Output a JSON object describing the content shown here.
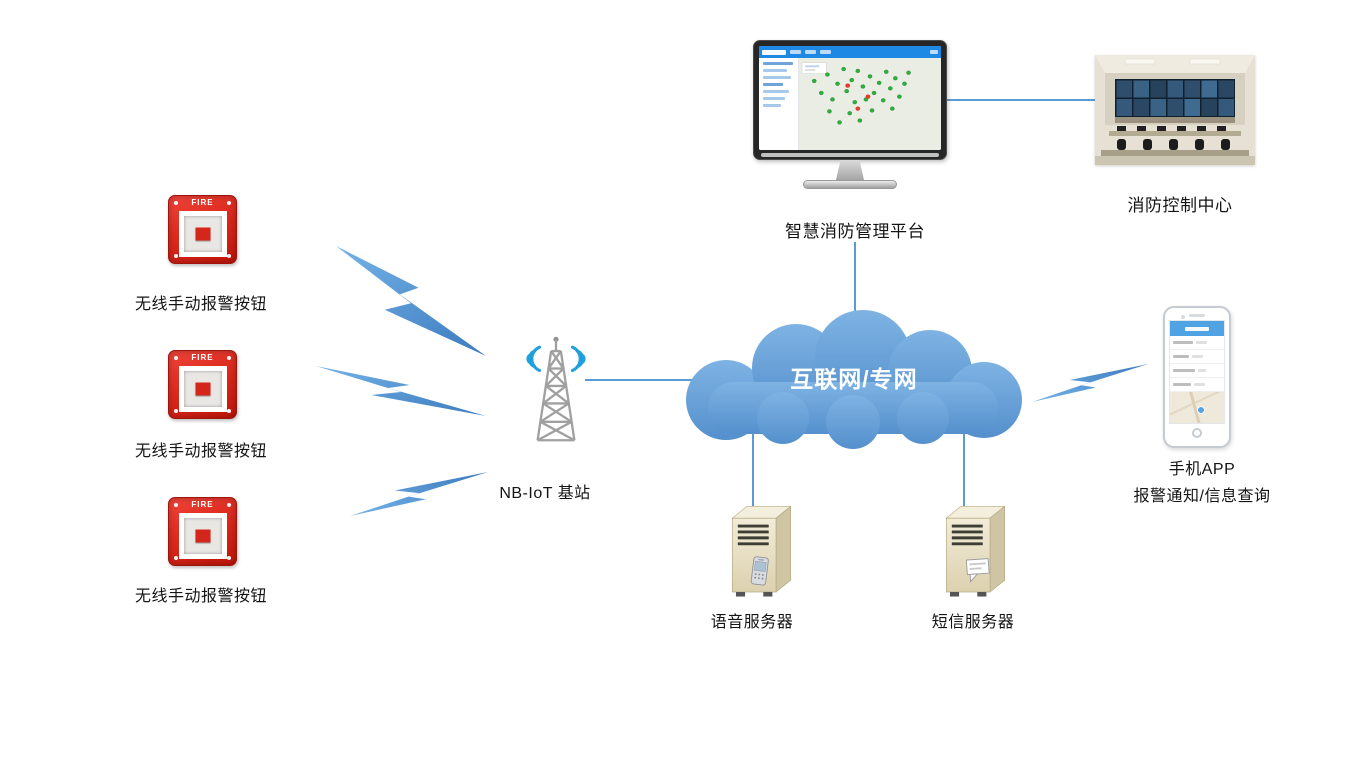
{
  "diagram": {
    "alarm_buttons": [
      {
        "label": "无线手动报警按钮",
        "device_text": "FIRE"
      },
      {
        "label": "无线手动报警按钮",
        "device_text": "FIRE"
      },
      {
        "label": "无线手动报警按钮",
        "device_text": "FIRE"
      }
    ],
    "base_station": {
      "label": "NB-IoT 基站"
    },
    "cloud": {
      "label": "互联网/专网"
    },
    "platform": {
      "label": "智慧消防管理平台"
    },
    "control_center": {
      "label": "消防控制中心"
    },
    "voice_server": {
      "label": "语音服务器"
    },
    "sms_server": {
      "label": "短信服务器"
    },
    "mobile_app": {
      "line1": "手机APP",
      "line2": "报警通知/信息查询"
    }
  },
  "colors": {
    "connector_blue": "#5B9BD5",
    "cloud_blue": "#5B9BD5",
    "lightning_blue": "#4E94D6",
    "alarm_red": "#D5261B",
    "server_tan": "#E8DFC2"
  }
}
